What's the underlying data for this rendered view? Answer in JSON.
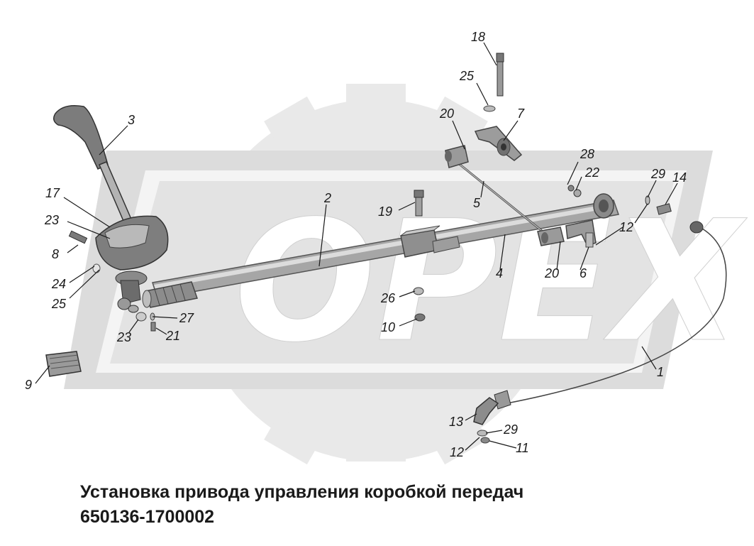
{
  "watermark": {
    "text": "OPEX",
    "colors": {
      "gear": "#e9e9e9",
      "panel": "#dcdcdc",
      "letters": "#ffffff"
    }
  },
  "diagram": {
    "colors": {
      "metal": "#9a9a9a",
      "metal_light": "#cfcfcf",
      "metal_dark": "#5a5a5a",
      "knob": "#7a7a7a"
    },
    "callouts": [
      {
        "id": "c18",
        "text": "18"
      },
      {
        "id": "c25a",
        "text": "25"
      },
      {
        "id": "c20a",
        "text": "20"
      },
      {
        "id": "c7",
        "text": "7"
      },
      {
        "id": "c3",
        "text": "3"
      },
      {
        "id": "c28",
        "text": "28"
      },
      {
        "id": "c22",
        "text": "22"
      },
      {
        "id": "c29a",
        "text": "29"
      },
      {
        "id": "c14",
        "text": "14"
      },
      {
        "id": "c17",
        "text": "17"
      },
      {
        "id": "c2",
        "text": "2"
      },
      {
        "id": "c19",
        "text": "19"
      },
      {
        "id": "c5",
        "text": "5"
      },
      {
        "id": "c23a",
        "text": "23"
      },
      {
        "id": "c12a",
        "text": "12"
      },
      {
        "id": "c8",
        "text": "8"
      },
      {
        "id": "c4",
        "text": "4"
      },
      {
        "id": "c20b",
        "text": "20"
      },
      {
        "id": "c6",
        "text": "6"
      },
      {
        "id": "c24",
        "text": "24"
      },
      {
        "id": "c25b",
        "text": "25"
      },
      {
        "id": "c26",
        "text": "26"
      },
      {
        "id": "c27",
        "text": "27"
      },
      {
        "id": "c10",
        "text": "10"
      },
      {
        "id": "c23b",
        "text": "23"
      },
      {
        "id": "c21",
        "text": "21"
      },
      {
        "id": "c1",
        "text": "1"
      },
      {
        "id": "c9",
        "text": "9"
      },
      {
        "id": "c13",
        "text": "13"
      },
      {
        "id": "c29b",
        "text": "29"
      },
      {
        "id": "c12b",
        "text": "12"
      },
      {
        "id": "c11",
        "text": "11"
      }
    ]
  },
  "caption": {
    "title": "Установка привода управления коробкой передач",
    "code": "650136-1700002"
  }
}
